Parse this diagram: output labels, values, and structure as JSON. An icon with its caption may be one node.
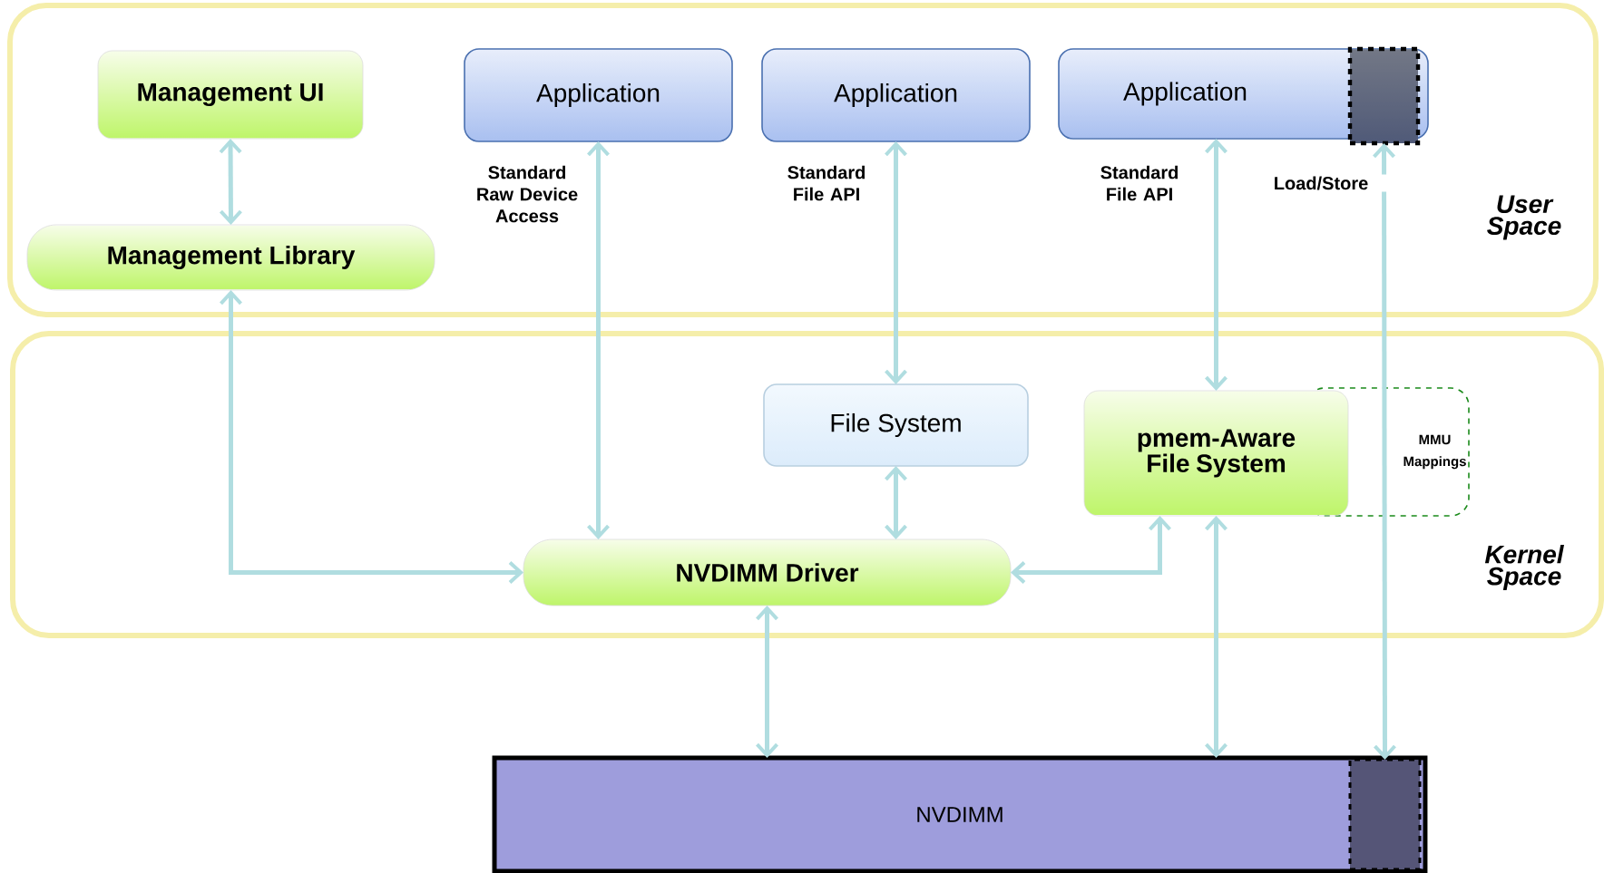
{
  "diagram": {
    "nodes": [
      {
        "text": [
          "User Space"
        ]
      },
      {
        "text": [
          "Management UI"
        ],
        "in": 0
      },
      {
        "text": [
          "Application"
        ],
        "in": 0
      },
      {
        "text": [
          "Application"
        ],
        "in": 0
      },
      {
        "text": [
          "Application"
        ],
        "in": 0
      },
      {
        "text": [],
        "shape": "box",
        "in": 4
      },
      {
        "text": [
          "Management Library"
        ],
        "in": 0
      },
      {
        "text": [
          "Kernel Space"
        ]
      },
      {
        "text": [
          "File System"
        ],
        "in": 7
      },
      {
        "text": [
          "pmem-Aware File System"
        ],
        "in": 7
      },
      {
        "text": [
          "MMU Mappings"
        ],
        "in": 7
      },
      {
        "text": [
          "NVDIMM Driver"
        ],
        "in": 7
      },
      {
        "text": [
          "NVDIMM"
        ]
      },
      {
        "text": [],
        "shape": "box",
        "in": 12
      }
    ],
    "edges": [
      {
        "from": 1,
        "to": 6,
        "arrow": "both"
      },
      {
        "from": 6,
        "to": 11,
        "arrow": "both"
      },
      {
        "from": 2,
        "to": 11,
        "arrow": "both",
        "label": "Standard Raw Device Access"
      },
      {
        "from": 3,
        "to": 8,
        "arrow": "both",
        "label": "Standard File API"
      },
      {
        "from": 8,
        "to": 11,
        "arrow": "both"
      },
      {
        "from": 4,
        "to": 9,
        "arrow": "both",
        "label": "Standard File API"
      },
      {
        "from": 9,
        "to": 11,
        "arrow": "both"
      },
      {
        "from": 11,
        "to": 12,
        "arrow": "both"
      },
      {
        "from": 9,
        "to": 12,
        "arrow": "both"
      },
      {
        "from": 5,
        "to": 13,
        "arrow": "both",
        "label": "Load/Store"
      }
    ]
  }
}
